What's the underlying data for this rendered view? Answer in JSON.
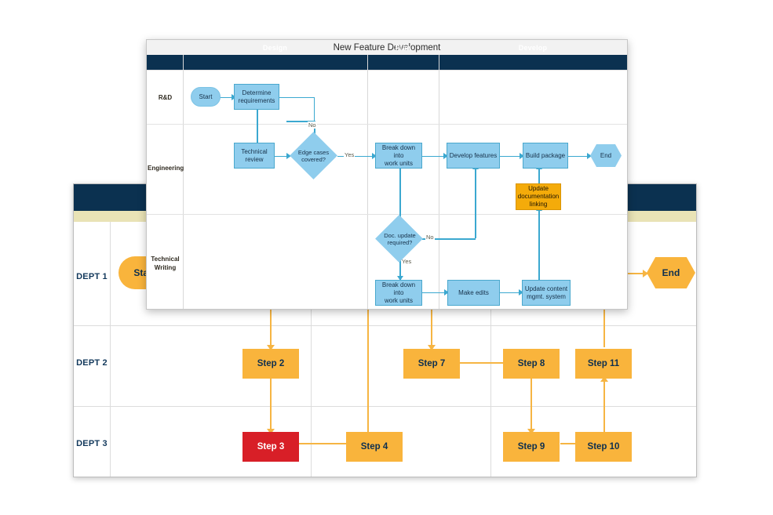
{
  "background_diagram": {
    "name": "generic-swimlane-steps",
    "lanes": [
      "DEPT 1",
      "DEPT 2",
      "DEPT 3"
    ],
    "accent_color": "#f9b43c",
    "alert_color": "#d81f27",
    "header_color": "#0b3150",
    "band_color": "#e9e3b6",
    "nodes": [
      {
        "id": "start",
        "label": "Start",
        "shape": "pill",
        "lane": "DEPT 1",
        "color": "#f9b43c"
      },
      {
        "id": "end",
        "label": "End",
        "shape": "hexagon",
        "lane": "DEPT 1",
        "color": "#f9b43c"
      },
      {
        "id": "step2",
        "label": "Step 2",
        "shape": "rect",
        "lane": "DEPT 2",
        "color": "#f9b43c"
      },
      {
        "id": "step3",
        "label": "Step 3",
        "shape": "rect",
        "lane": "DEPT 3",
        "color": "#d81f27"
      },
      {
        "id": "step4",
        "label": "Step 4",
        "shape": "rect",
        "lane": "DEPT 3",
        "color": "#f9b43c"
      },
      {
        "id": "step7",
        "label": "Step 7",
        "shape": "rect",
        "lane": "DEPT 2",
        "color": "#f9b43c"
      },
      {
        "id": "step8",
        "label": "Step 8",
        "shape": "rect",
        "lane": "DEPT 2",
        "color": "#f9b43c"
      },
      {
        "id": "step9",
        "label": "Step 9",
        "shape": "rect",
        "lane": "DEPT 3",
        "color": "#f9b43c"
      },
      {
        "id": "step10",
        "label": "Step 10",
        "shape": "rect",
        "lane": "DEPT 3",
        "color": "#f9b43c"
      },
      {
        "id": "step11",
        "label": "Step 11",
        "shape": "rect",
        "lane": "DEPT 2",
        "color": "#f9b43c"
      }
    ]
  },
  "foreground_diagram": {
    "title": "New Feature Development",
    "phases": [
      "Design",
      "Plan",
      "Develop"
    ],
    "lanes": [
      "R&D",
      "Engineering",
      "Technical Writing"
    ],
    "lane_labels": {
      "rd": "R&D",
      "eng": "Engineering",
      "tw_line1": "Technical",
      "tw_line2": "Writing"
    },
    "accent_color": "#8fcded",
    "line_color": "#3ba8d0",
    "highlight_color": "#f4ab0a",
    "header_color": "#0b3150",
    "nodes": {
      "start": "Start",
      "determine_requirements_l1": "Determine",
      "determine_requirements_l2": "requirements",
      "technical_review_l1": "Technical",
      "technical_review_l2": "review",
      "edge_cases_l1": "Edge cases",
      "edge_cases_l2": "covered?",
      "break_down_eng_l1": "Break down into",
      "break_down_eng_l2": "work units",
      "develop_features": "Develop features",
      "build_package": "Build package",
      "end": "End",
      "update_doc_l1": "Update",
      "update_doc_l2": "documentation",
      "update_doc_l3": "linking",
      "doc_update_l1": "Doc. update",
      "doc_update_l2": "required?",
      "break_down_tw_l1": "Break down into",
      "break_down_tw_l2": "work units",
      "make_edits": "Make edits",
      "update_cms_l1": "Update content",
      "update_cms_l2": "mgmt. system"
    },
    "edge_labels": {
      "edge_cases_no": "No",
      "edge_cases_yes": "Yes",
      "doc_update_no": "No",
      "doc_update_yes": "Yes"
    }
  }
}
